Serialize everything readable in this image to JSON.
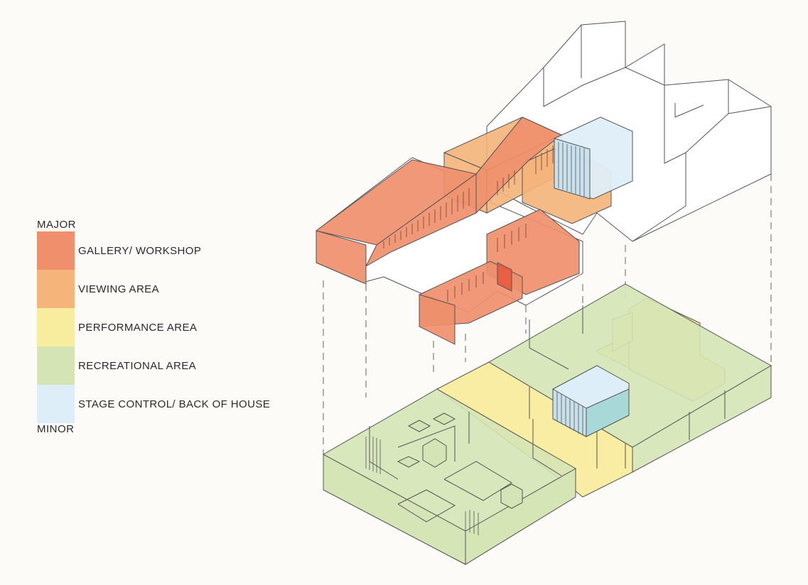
{
  "legend": {
    "top_label": "MAJOR",
    "bottom_label": "MINOR",
    "items": [
      {
        "label": "GALLERY/ WORKSHOP",
        "color": "#ef8f6c"
      },
      {
        "label": "VIEWING AREA",
        "color": "#f4b47a"
      },
      {
        "label": "PERFORMANCE AREA",
        "color": "#f8ec9e"
      },
      {
        "label": "RECREATIONAL AREA",
        "color": "#d5e4b5"
      },
      {
        "label": "STAGE CONTROL/ BACK OF HOUSE",
        "color": "#deeef8"
      }
    ]
  },
  "colors": {
    "line": "#555555",
    "gallery": "#ef8f6c",
    "viewing": "#f4b47a",
    "performance": "#f8ec9e",
    "recreational": "#d5e4b5",
    "stage": "#deeef8",
    "stage_dark": "#a8d8d8"
  }
}
